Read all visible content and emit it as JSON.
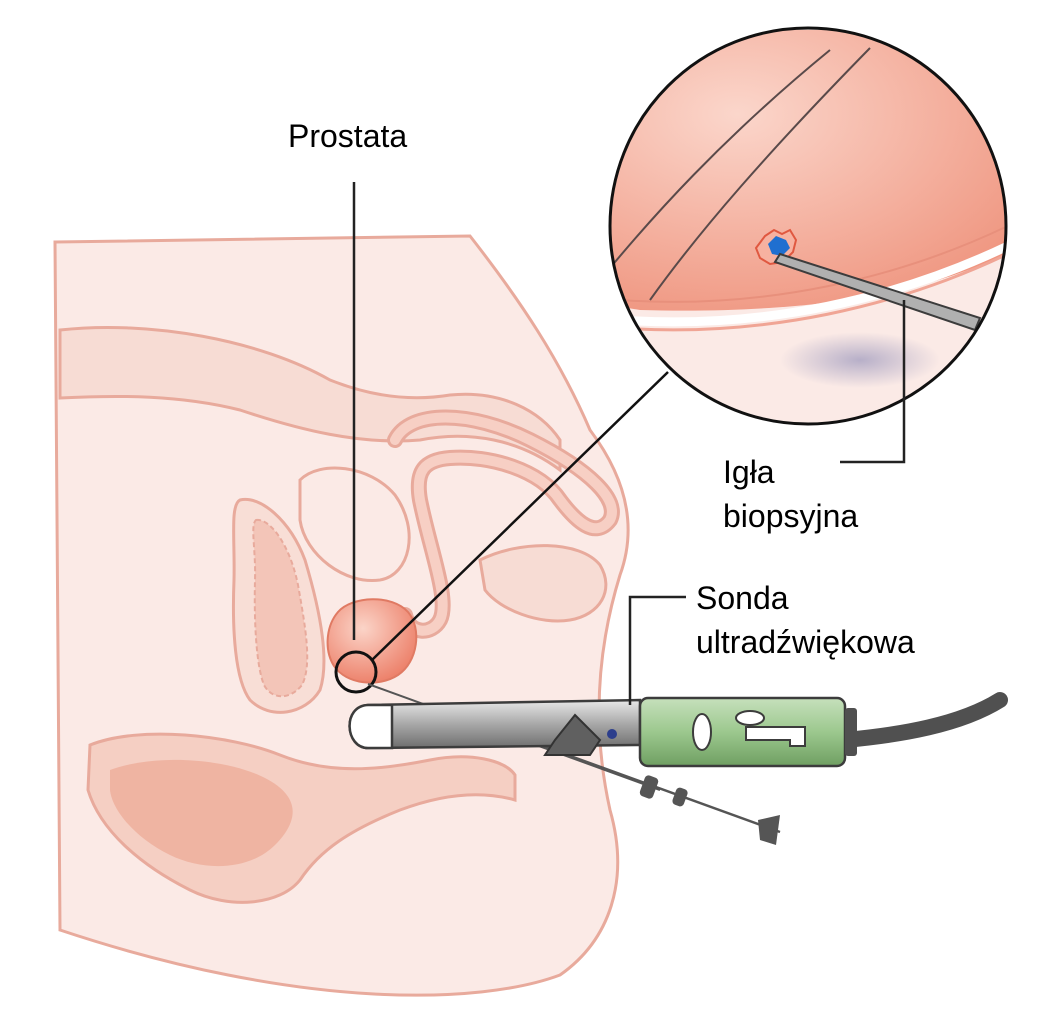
{
  "labels": {
    "prostate": "Prostata",
    "needle_line1": "Igła",
    "needle_line2": "biopsyjna",
    "probe_line1": "Sonda",
    "probe_line2": "ultradźwiękowa"
  },
  "colors": {
    "tissue_fill": "#fbeae6",
    "tissue_outline": "#e8aa9c",
    "organ_fill": "#f3b8a8",
    "prostate_fill": "#ef8e78",
    "probe_handle": "#98c48a",
    "probe_shaft": "#9c9c9c",
    "cable": "#505050",
    "leader_line": "#222222",
    "lesion": "#1f6fd0",
    "magnifier_tissue": "#f19f89"
  },
  "icons": [
    "magnifier-callout",
    "needle-tip-icon",
    "ultrasound-probe-icon"
  ]
}
